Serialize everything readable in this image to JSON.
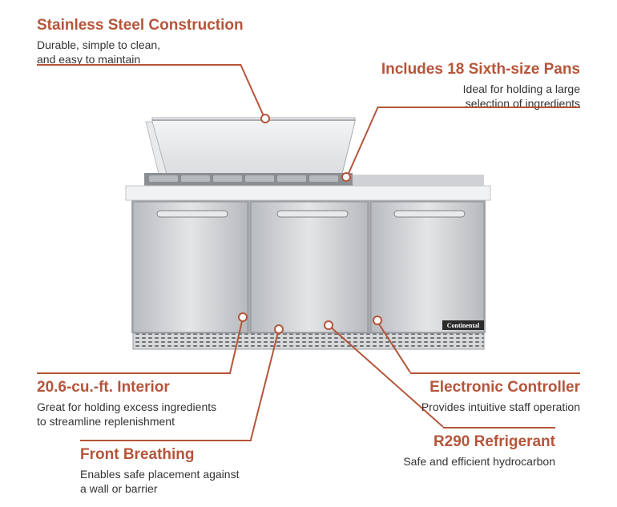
{
  "callouts": {
    "stainless": {
      "title": "Stainless Steel Construction",
      "desc_line1": "Durable, simple to clean,",
      "desc_line2": "and easy to maintain"
    },
    "pans": {
      "title": "Includes 18 Sixth-size Pans",
      "desc_line1": "Ideal for holding a large",
      "desc_line2": "selection of ingredients"
    },
    "interior": {
      "title": "20.6-cu.-ft. Interior",
      "desc_line1": "Great for holding excess ingredients",
      "desc_line2": "to streamline replenishment"
    },
    "controller": {
      "title": "Electronic Controller",
      "desc_line1": "Provides intuitive staff operation"
    },
    "breathing": {
      "title": "Front Breathing",
      "desc_line1": "Enables safe placement against",
      "desc_line2": "a wall or barrier"
    },
    "refrigerant": {
      "title": "R290 Refrigerant",
      "desc_line1": "Safe and efficient hydrocarbon"
    }
  },
  "product": {
    "brand_label": "Continental"
  },
  "colors": {
    "accent": "#b5553a",
    "steel": "#c9cbcd",
    "text": "#333333"
  }
}
